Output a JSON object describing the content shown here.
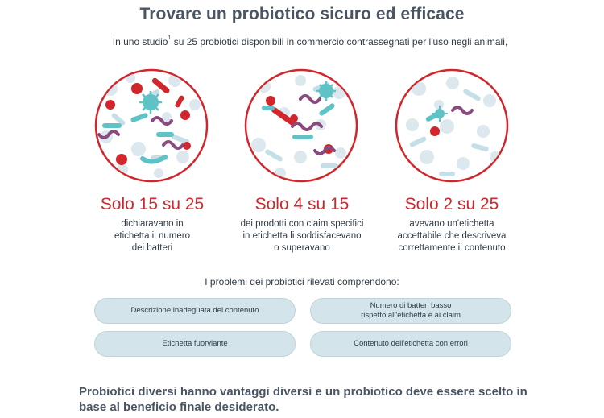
{
  "title": "Trovare un probiotico sicuro ed efficace",
  "intro": {
    "before": "In uno studio",
    "sup": "1",
    "after": " su 25 probiotici disponibili in commercio contrassegnati per l'uso negli animali,"
  },
  "stats": [
    {
      "headline": "Solo 15 su 25",
      "lines": [
        "dichiaravano in",
        "etichetta il numero",
        "dei batteri"
      ]
    },
    {
      "headline": "Solo 4 su 15",
      "lines": [
        "dei prodotti con claim specifici",
        "in etichetta li soddisfacevano",
        "o superavano"
      ]
    },
    {
      "headline": "Solo 2 su 25",
      "lines": [
        "avevano un'etichetta",
        "accettabile che descriveva",
        "correttamente il contenuto"
      ]
    }
  ],
  "problems_heading": "I problemi dei probiotici rilevati comprendono:",
  "problems": [
    {
      "lines": [
        "Descrizione inadeguata del contenuto"
      ]
    },
    {
      "lines": [
        "Numero di batteri basso",
        "rispetto all'etichetta e ai claim"
      ]
    },
    {
      "lines": [
        "Etichetta fuorviante"
      ]
    },
    {
      "lines": [
        "Contenuto dell'etichetta con errori"
      ]
    }
  ],
  "footer": "Probiotici diversi hanno vantaggi diversi e un probiotico deve essere scelto in base al beneficio finale desiderato.",
  "colors": {
    "accent_red": "#d1262b",
    "teal": "#5fc3c5",
    "purple": "#8b4a7e",
    "light_blue": "#c5dfe8",
    "pill_bg": "#d3e4ea",
    "heading_gray": "#4a5564"
  },
  "icons": [
    "bacteria-circle-icon",
    "bacteria-circle-icon",
    "bacteria-circle-icon"
  ]
}
